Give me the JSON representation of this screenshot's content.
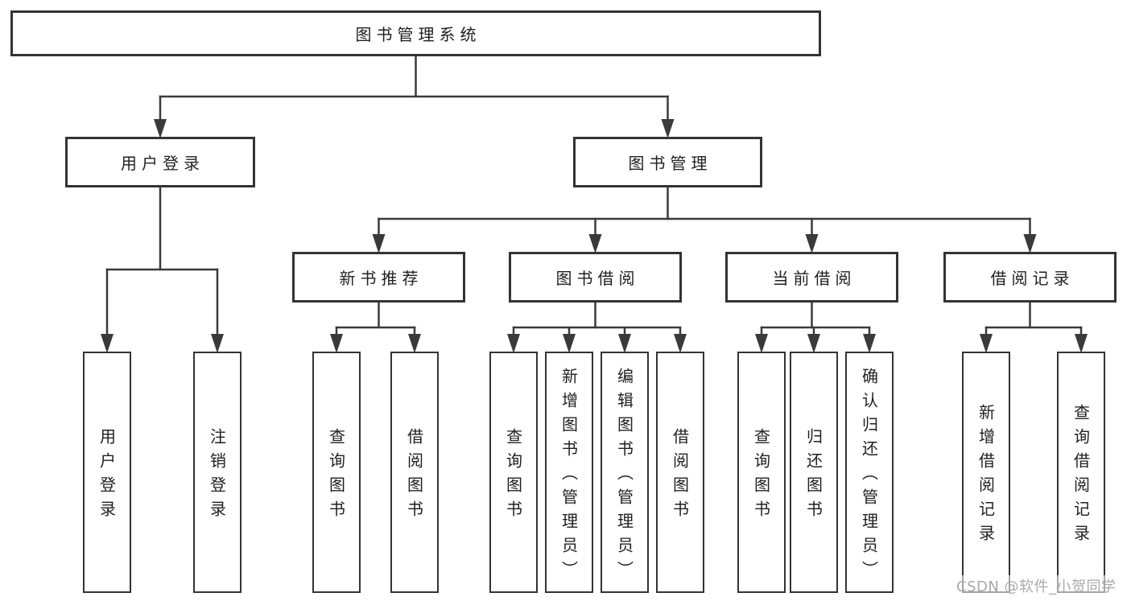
{
  "diagram": {
    "background": "#ffffff",
    "line_color": "#3a3a3a",
    "text_color": "#1f1f1f",
    "watermark": {
      "text": "CSDN @软件_小贺同学",
      "color": "#a9a9a9"
    },
    "nodes": {
      "root": {
        "label": "图书管理系统"
      },
      "user_login": {
        "label": "用户登录"
      },
      "book_mgmt": {
        "label": "图书管理"
      },
      "login_action": {
        "label": "用户登录"
      },
      "logout_action": {
        "label": "注销登录"
      },
      "new_book": {
        "label": "新书推荐"
      },
      "book_borrow": {
        "label": "图书借阅"
      },
      "current_borrow": {
        "label": "当前借阅"
      },
      "borrow_record": {
        "label": "借阅记录"
      },
      "nb_query": {
        "label": "查询图书"
      },
      "nb_borrow": {
        "label": "借阅图书"
      },
      "bb_query": {
        "label": "查询图书"
      },
      "bb_add": {
        "label": "新增图书（管理员）"
      },
      "bb_edit": {
        "label": "编辑图书（管理员）"
      },
      "bb_borrow": {
        "label": "借阅图书"
      },
      "cb_query": {
        "label": "查询图书"
      },
      "cb_return": {
        "label": "归还图书"
      },
      "cb_confirm": {
        "label": "确认归还（管理员）"
      },
      "br_add": {
        "label": "新增借阅记录"
      },
      "br_query": {
        "label": "查询借阅记录"
      }
    },
    "hierarchy": {
      "图书管理系统": {
        "用户登录": [
          "用户登录",
          "注销登录"
        ],
        "图书管理": {
          "新书推荐": [
            "查询图书",
            "借阅图书"
          ],
          "图书借阅": [
            "查询图书",
            "新增图书（管理员）",
            "编辑图书（管理员）",
            "借阅图书"
          ],
          "当前借阅": [
            "查询图书",
            "归还图书",
            "确认归还（管理员）"
          ],
          "借阅记录": [
            "新增借阅记录",
            "查询借阅记录"
          ]
        }
      }
    }
  }
}
